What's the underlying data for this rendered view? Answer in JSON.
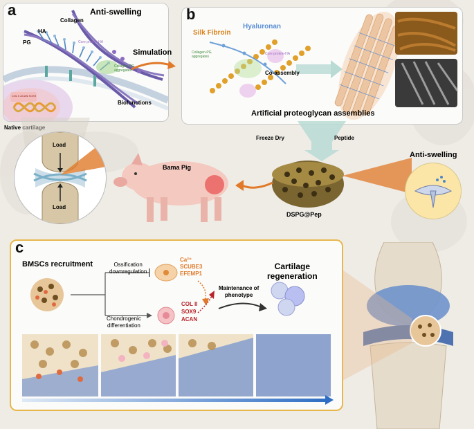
{
  "panel_a": {
    "label": "a",
    "title": "Anti-swelling",
    "collagen": "Collagen",
    "ha": "HA",
    "pg": "PG",
    "core_protein": "Core protein-HA",
    "aggregates_line1": "Collagen-PG",
    "aggregates_line2": "aggregates",
    "biofunctions": "Biofunctions",
    "chip_text": "COL II  ACAN  SOX9"
  },
  "native_cartilage": "Native cartilage",
  "joint": {
    "load_top": "Load",
    "load_bottom": "Load"
  },
  "simulation": "Simulation",
  "panel_b": {
    "label": "b",
    "silk_fibroin": "Silk Fibroin",
    "hyaluronan": "Hyaluronan",
    "aggregates_line1": "Collagen-PG",
    "aggregates_line2": "aggregates",
    "core_protein": "Core protein-HA",
    "co_assembly": "Co-assembly",
    "caption": "Artificial proteoglycan assemblies"
  },
  "freeze_dry": "Freeze Dry",
  "peptide": "Peptide",
  "bama_pig": "Bama Pig",
  "scaffold_label": "DSPG@Pep",
  "anti_swelling_right": "Anti-swelling",
  "panel_c": {
    "label": "c",
    "bmscs": "BMSCs recruitment",
    "ossification_line1": "Ossification",
    "ossification_line2": "downregulation",
    "chondrogenic_line1": "Chondrogenic",
    "chondrogenic_line2": "differentiation",
    "markers_top": [
      "Ca²⁺",
      "SCUBE3",
      "EFEMP1"
    ],
    "markers_bottom": [
      "COL II",
      "SOX9",
      "ACAN"
    ],
    "maintenance_line1": "Maintenance of",
    "maintenance_line2": "phenotype",
    "cartilage_line1": "Cartilage",
    "cartilage_line2": "regeneration"
  },
  "colors": {
    "panel_border": "#c9c9c9",
    "c_border": "#e8b74c",
    "accent_orange": "#e07a2a",
    "blue_text": "#5b8fd6",
    "silk_orange": "#d9821c",
    "marker_orange": "#e07a2a",
    "marker_red": "#b8232a",
    "scaffold_brown": "#7a6530",
    "cartilage_blue": "#6f92cc"
  }
}
